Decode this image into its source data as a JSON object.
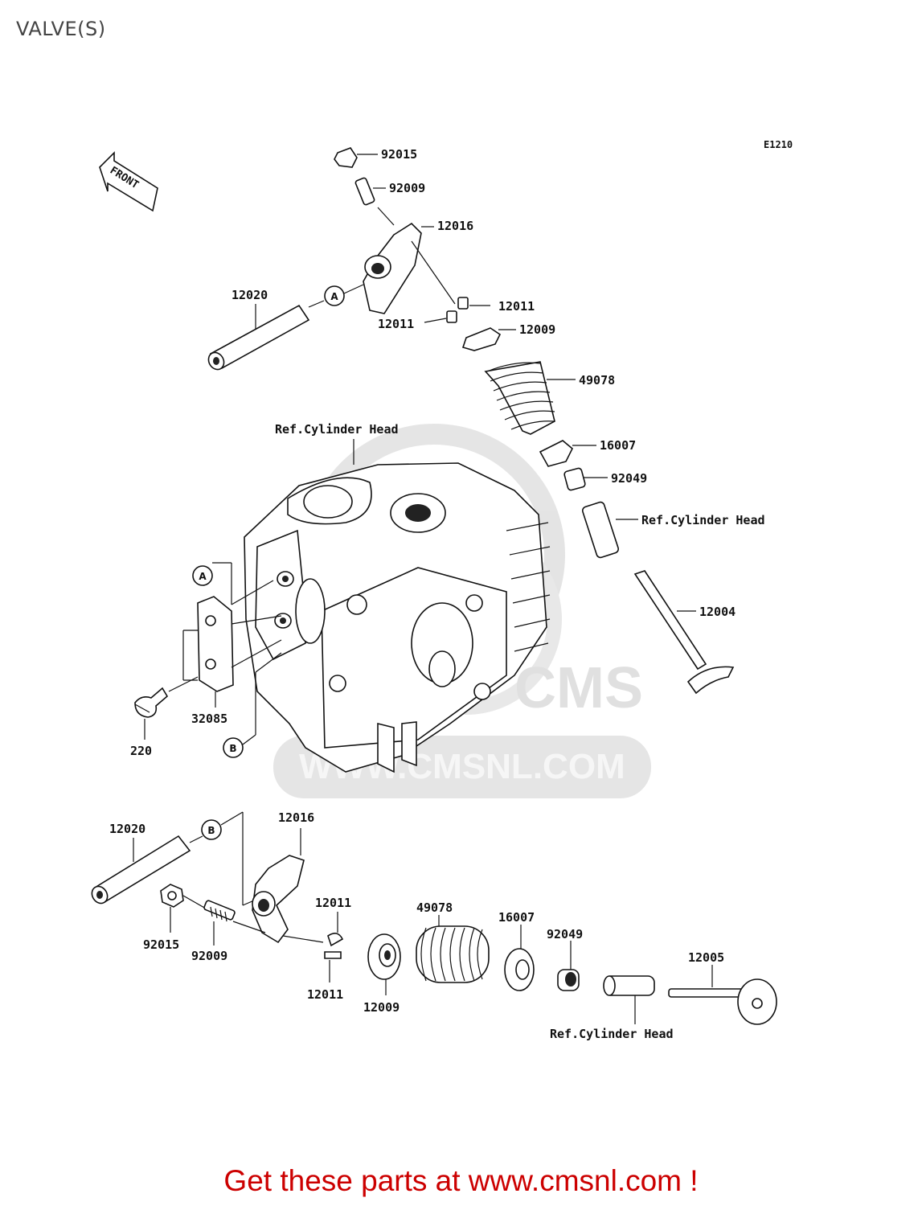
{
  "title": "VALVE(S)",
  "diagram_code": "E1210",
  "front_label": "FRONT",
  "watermark": {
    "brand": "CMS",
    "url": "WWW.CMSNL.COM"
  },
  "circle_markers": [
    "A",
    "A",
    "B",
    "B"
  ],
  "upper_labels": [
    "92015",
    "92009",
    "12016",
    "12020",
    "12011",
    "12011",
    "12009",
    "49078",
    "16007",
    "92049",
    "Ref.Cylinder Head",
    "12004"
  ],
  "head_labels": [
    "Ref.Cylinder Head",
    "32085",
    "220"
  ],
  "lower_labels": [
    "12020",
    "12016",
    "92015",
    "92009",
    "12011",
    "12011",
    "49078",
    "12009",
    "16007",
    "92049",
    "12005",
    "Ref.Cylinder Head"
  ],
  "promo_text": "Get these parts at www.cmsnl.com !"
}
